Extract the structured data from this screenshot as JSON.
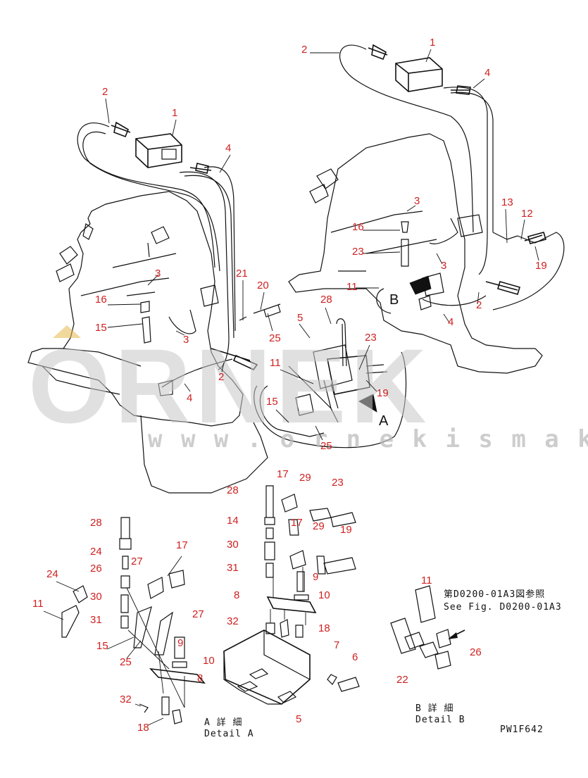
{
  "watermark": {
    "letters": "ORNEK",
    "url": "w w w . o r n e k i s m a k i n a l a r i . c o m . t r"
  },
  "detail_a": {
    "title_jp": "A 詳 細",
    "title_en": "Detail A"
  },
  "detail_b": {
    "title_jp": "B 詳 細",
    "title_en": "Detail B",
    "ref_jp": "第D0200-01A3図参照",
    "ref_en": "See Fig. D0200-01A3"
  },
  "view_markers": {
    "a": "A",
    "b": "B"
  },
  "drawing_code": "PW1F642",
  "callouts_left": [
    "1",
    "2",
    "4",
    "3",
    "16",
    "15",
    "3",
    "21",
    "20",
    "25",
    "2",
    "4",
    "5",
    "28",
    "23",
    "19",
    "11",
    "15",
    "25"
  ],
  "callouts_right": [
    "1",
    "2",
    "4",
    "3",
    "16",
    "23",
    "13",
    "12",
    "19",
    "3",
    "11",
    "2",
    "4"
  ],
  "callouts_detail_a": [
    "28",
    "24",
    "26",
    "27",
    "17",
    "24",
    "11",
    "30",
    "31",
    "15",
    "25",
    "9",
    "10",
    "27",
    "8",
    "32",
    "18",
    "28",
    "17",
    "29",
    "23",
    "14",
    "17",
    "29",
    "19",
    "30",
    "9",
    "31",
    "10",
    "8",
    "32",
    "18",
    "7",
    "6",
    "5"
  ],
  "callouts_detail_b": [
    "11",
    "22",
    "26"
  ]
}
